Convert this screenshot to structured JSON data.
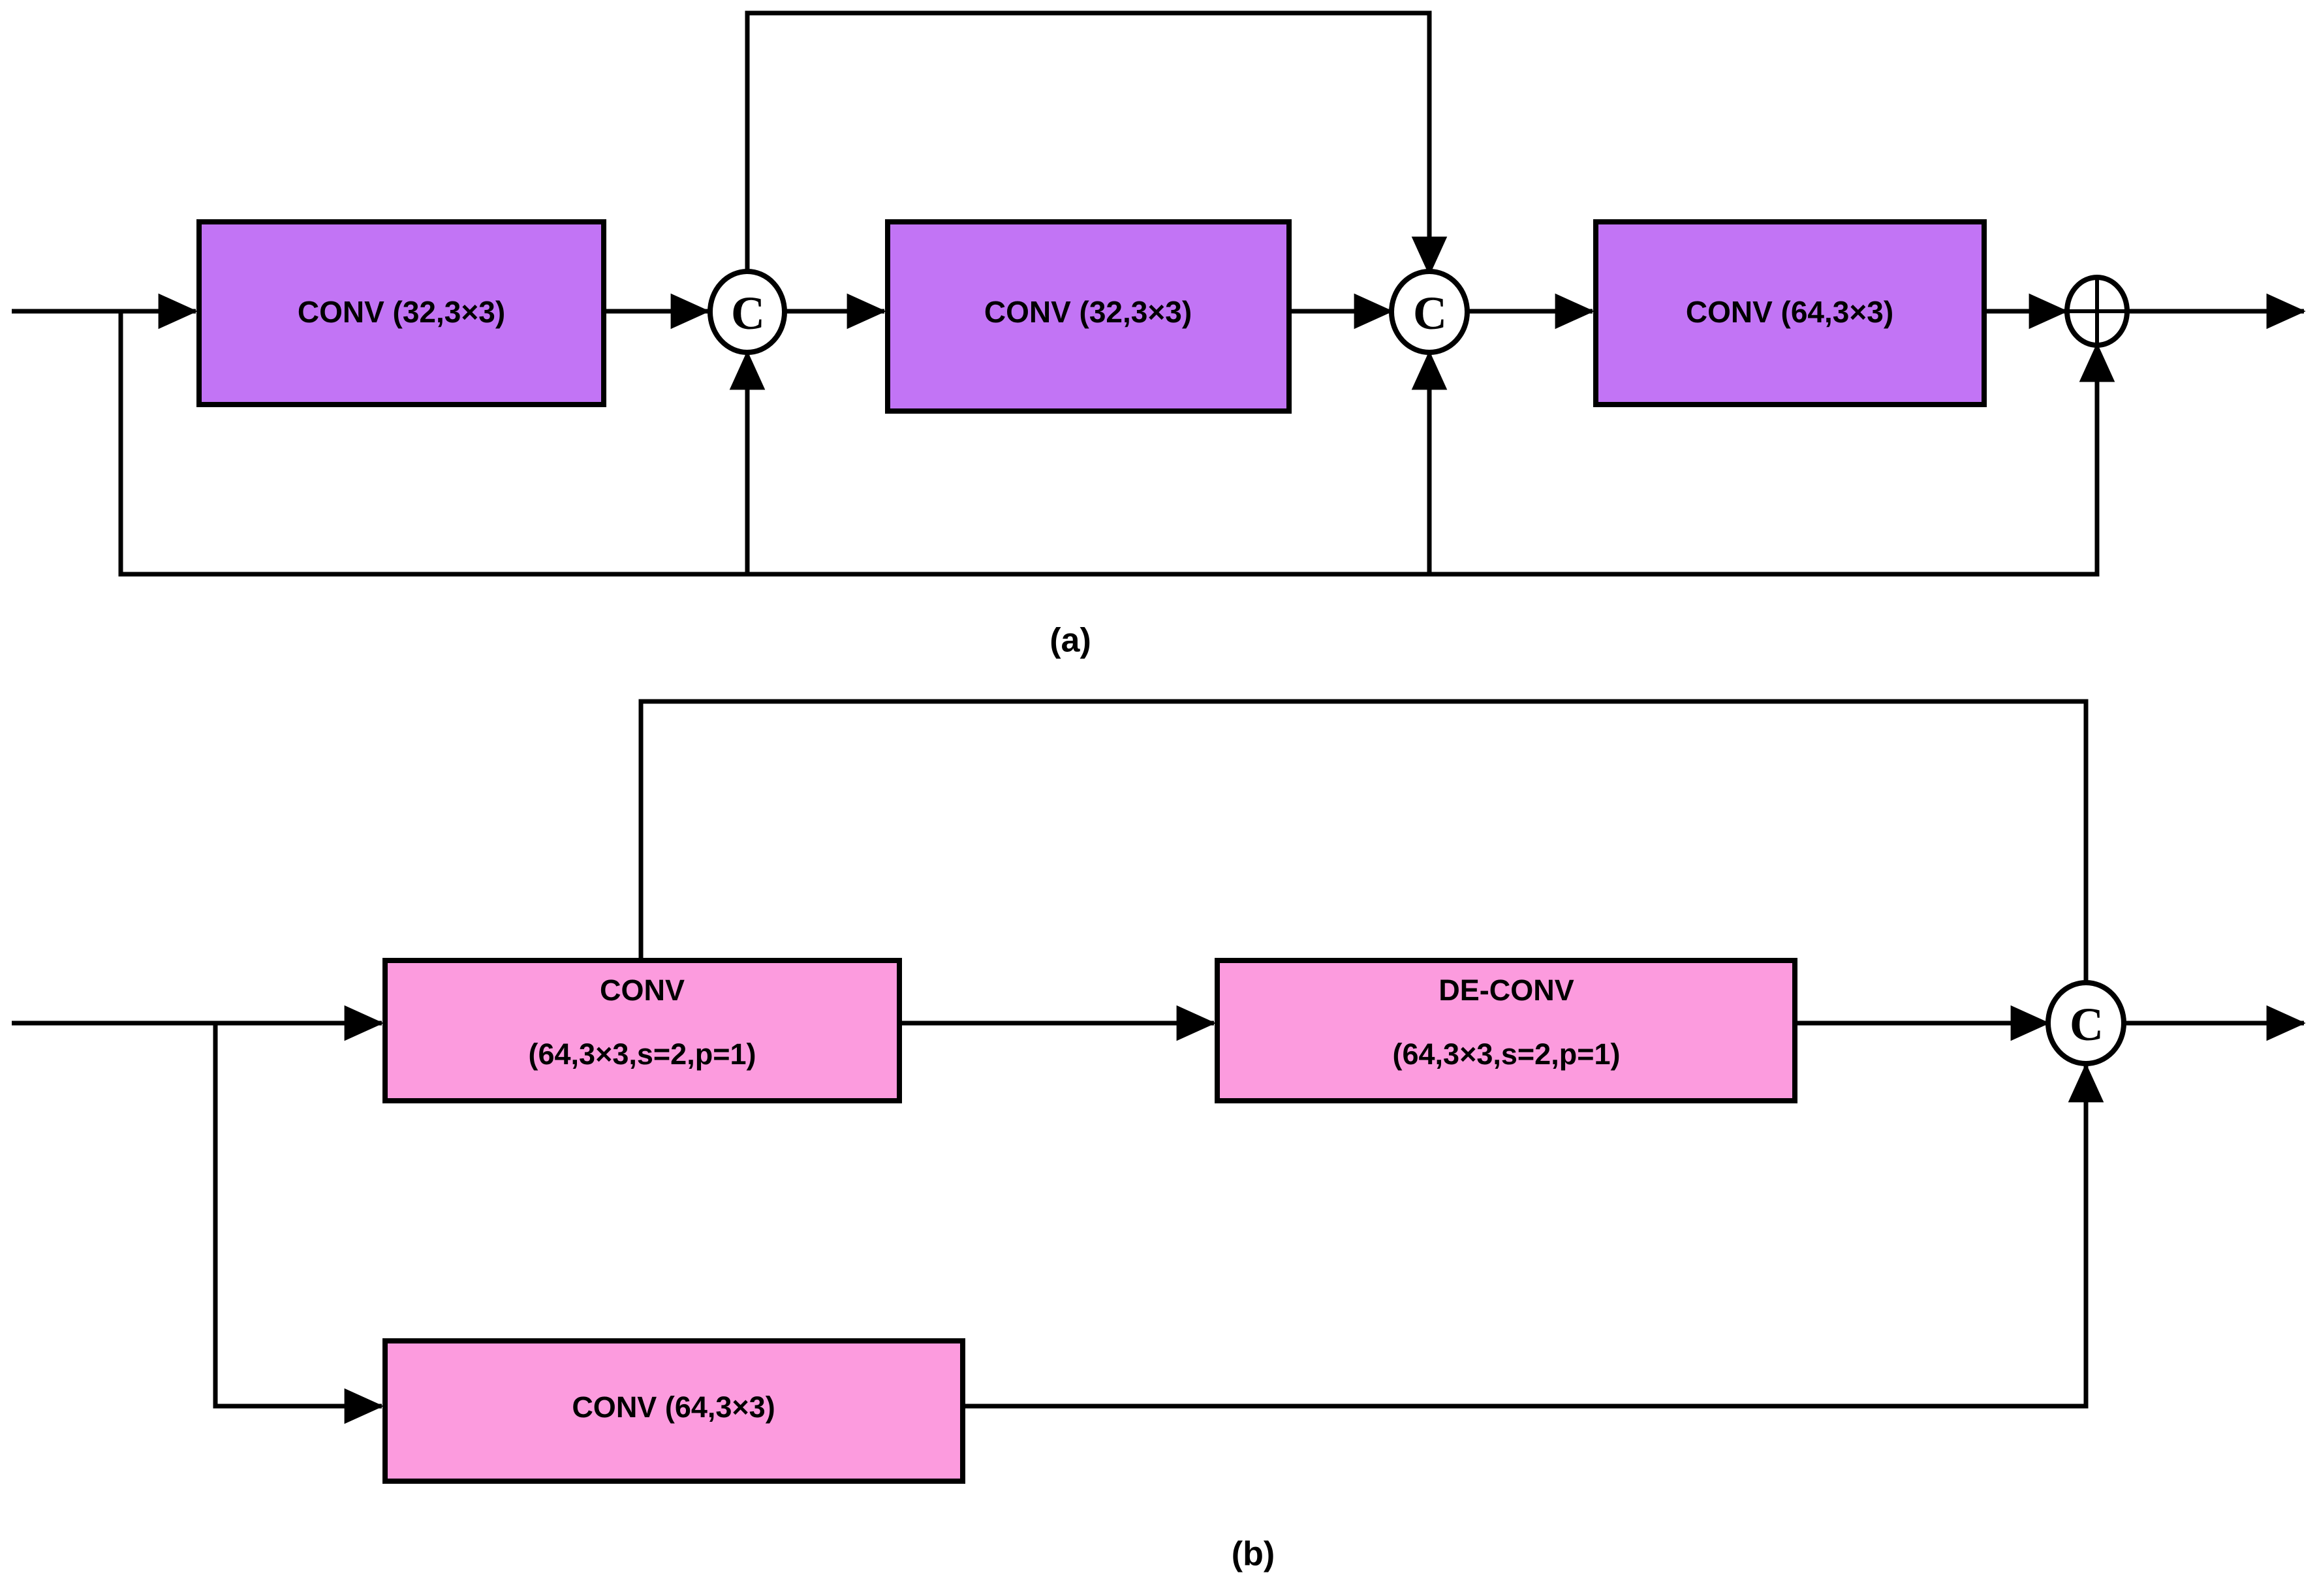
{
  "figure": {
    "background": "#ffffff",
    "stroke_color": "#000000"
  },
  "palette": {
    "purple_block": "#C274F5",
    "pink_block": "#FC9BDE",
    "block_border": "#000000",
    "node_fill": "#FFFFFF"
  },
  "panel_a": {
    "caption": "(a)",
    "blocks": [
      {
        "id": "a-conv-1",
        "label": "CONV (32,3×3)",
        "color": "#C274F5"
      },
      {
        "id": "a-conv-2",
        "label": "CONV (32,3×3)",
        "color": "#C274F5"
      },
      {
        "id": "a-conv-3",
        "label": "CONV (64,3×3)",
        "color": "#C274F5"
      }
    ],
    "nodes": [
      {
        "id": "a-concat-1",
        "glyph": "C",
        "name": "concat"
      },
      {
        "id": "a-concat-2",
        "glyph": "C",
        "name": "concat"
      },
      {
        "id": "a-add",
        "glyph": "⊕",
        "name": "elementwise-add"
      }
    ]
  },
  "panel_b": {
    "caption": "(b)",
    "blocks": [
      {
        "id": "b-conv-down",
        "label_line1": "CONV",
        "label_line2": "(64,3×3,s=2,p=1)",
        "color": "#FC9BDE"
      },
      {
        "id": "b-deconv",
        "label_line1": "DE-CONV",
        "label_line2": "(64,3×3,s=2,p=1)",
        "color": "#FC9BDE"
      },
      {
        "id": "b-conv-bottom",
        "label": "CONV (64,3×3)",
        "color": "#FC9BDE"
      }
    ],
    "nodes": [
      {
        "id": "b-concat",
        "glyph": "C",
        "name": "concat"
      }
    ]
  }
}
